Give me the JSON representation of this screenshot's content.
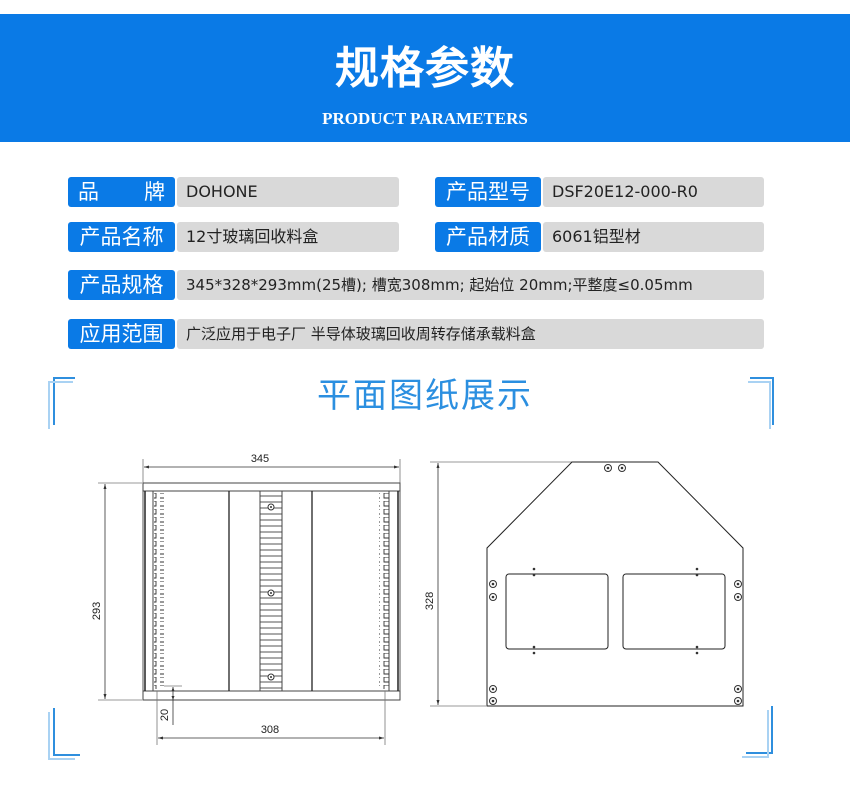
{
  "header": {
    "title": "规格参数",
    "subtitle": "PRODUCT PARAMETERS",
    "background_color": "#0a7ae6"
  },
  "specs": {
    "brand": {
      "label": "品　牌",
      "value": "DOHONE"
    },
    "model": {
      "label": "产品型号",
      "value": "DSF20E12-000-R0"
    },
    "name": {
      "label": "产品名称",
      "value": "12寸玻璃回收料盒"
    },
    "material": {
      "label": "产品材质",
      "value": "6061铝型材"
    },
    "specification": {
      "label": "产品规格",
      "value": "345*328*293mm(25槽); 槽宽308mm; 起始位 20mm;平整度≤0.05mm"
    },
    "application": {
      "label": "应用范围",
      "value": "广泛应用于电子厂 半导体玻璃回收周转存储承载料盒"
    }
  },
  "drawings": {
    "section_title": "平面图纸展示",
    "front_view": {
      "width_dim": "345",
      "height_dim": "293",
      "slot_width_dim": "308",
      "start_pos_dim": "20"
    },
    "side_view": {
      "height_dim": "328"
    }
  },
  "colors": {
    "accent": "#0a7ae6",
    "value_bg": "#d9d9d9",
    "section_title": "#2b8fe0",
    "bracket_dark": "#2f8fde",
    "bracket_light": "#a9d2f3"
  }
}
